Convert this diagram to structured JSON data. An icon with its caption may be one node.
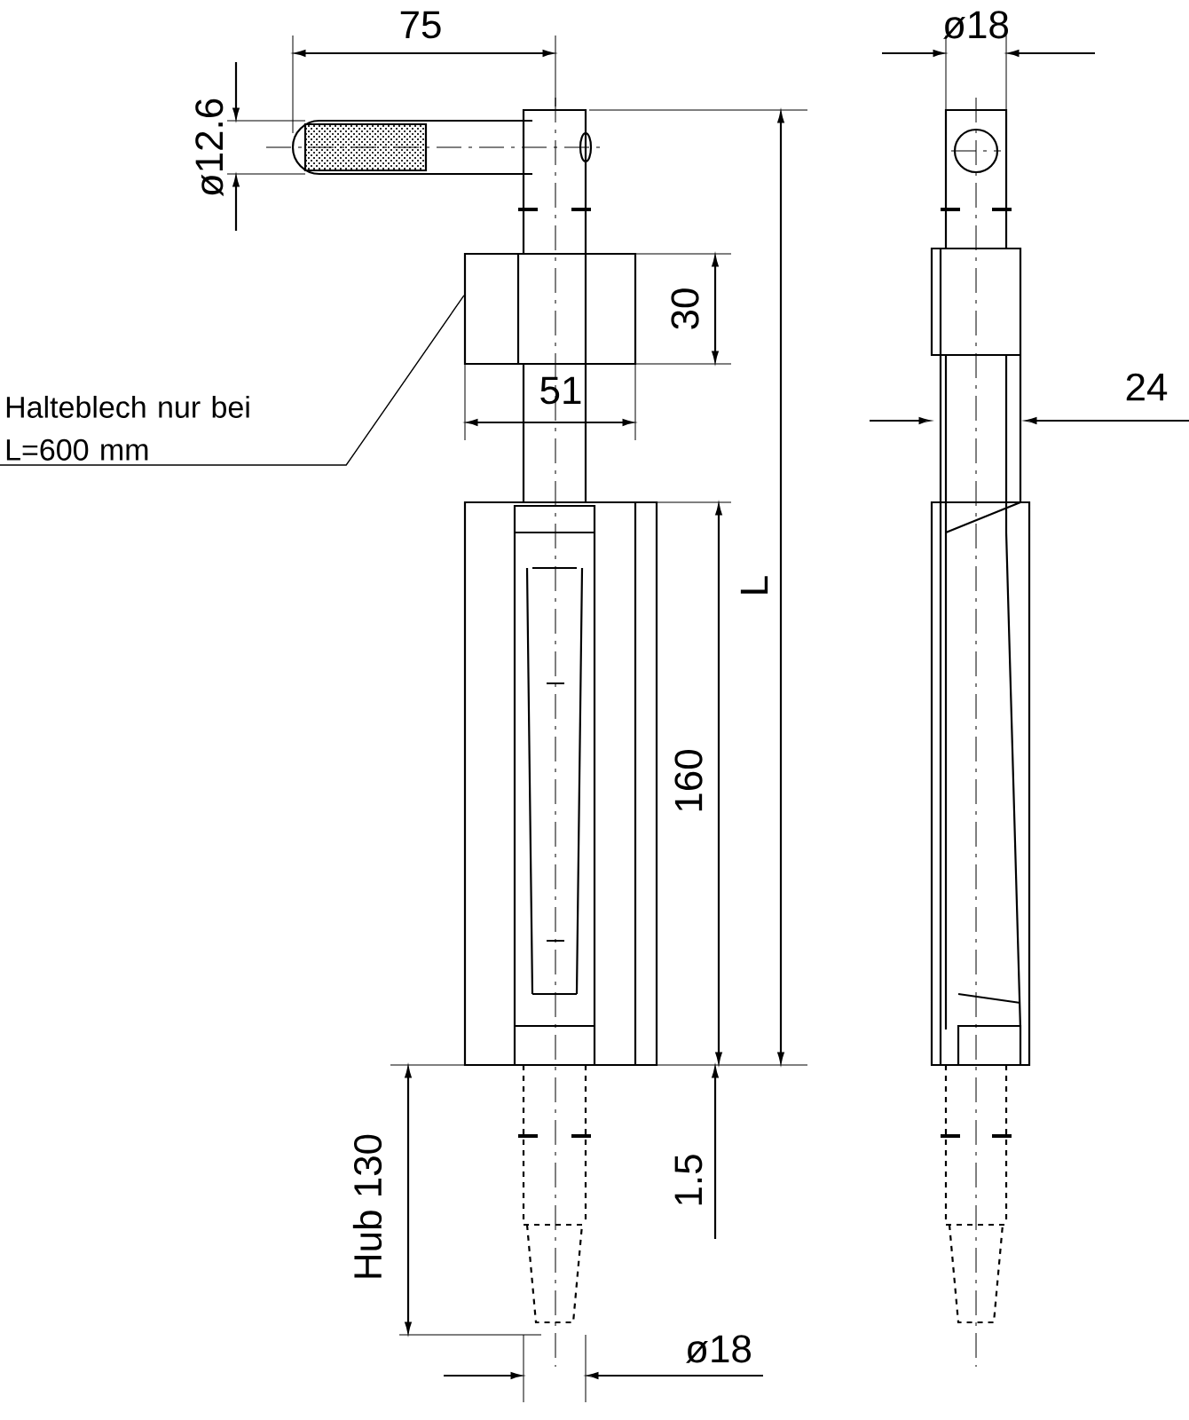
{
  "diagram": {
    "nodes": [
      {
        "text": [
          "Halteblech nur bei L=600 mm"
        ]
      },
      {
        "text": [],
        "shape": "box"
      }
    ],
    "edges": [
      {
        "from": 0,
        "to": 1,
        "arrow": "none"
      }
    ],
    "labels": [
      "75",
      "ø18",
      "ø12.6",
      "30",
      "51",
      "24",
      "L",
      "160",
      "Hub 130",
      "1.5",
      "ø18"
    ]
  }
}
